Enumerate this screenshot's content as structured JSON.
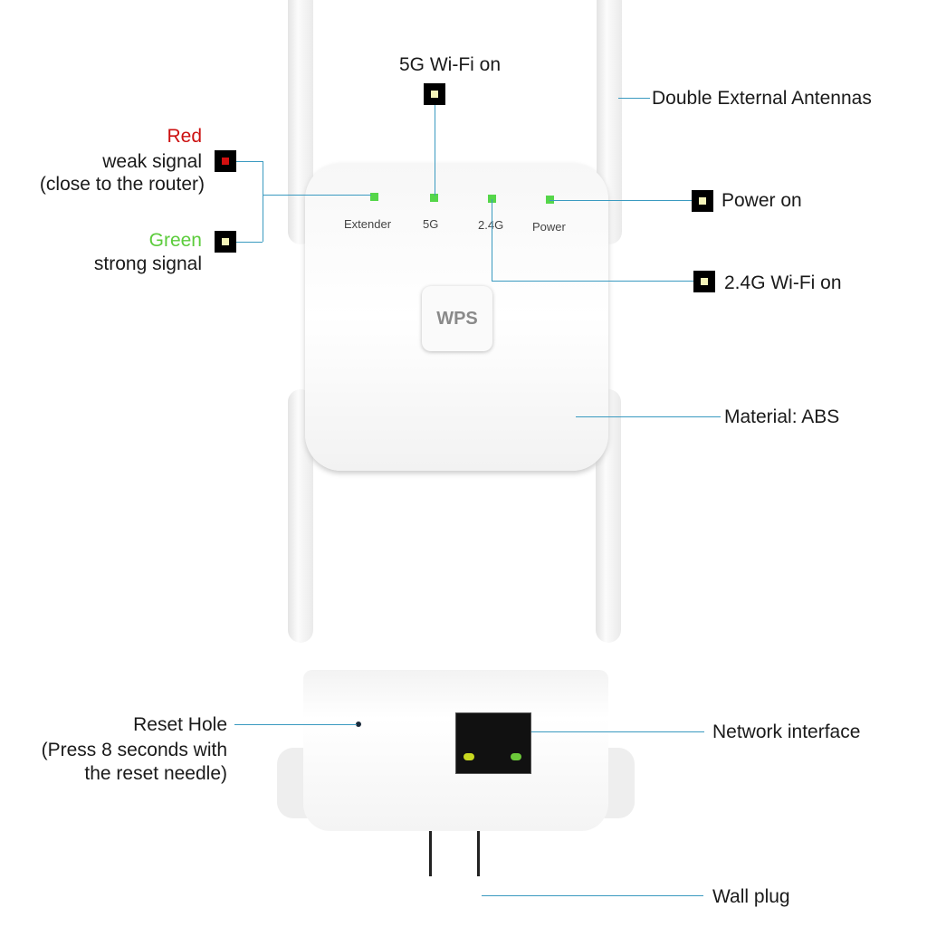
{
  "device": {
    "leds": [
      "Extender",
      "5G",
      "2.4G",
      "Power"
    ],
    "button": "WPS"
  },
  "labels": {
    "wifi5g": "5G Wi-Fi on",
    "antennas": "Double External Antennas",
    "red": "Red",
    "weak": "weak signal",
    "close": "(close to the router)",
    "green": "Green",
    "strong": "strong signal",
    "power": "Power on",
    "wifi24": "2.4G Wi-Fi on",
    "material": "Material: ABS",
    "reset": "Reset Hole",
    "reset2": "(Press 8 seconds with",
    "reset3": "the reset needle)",
    "network": "Network interface",
    "plug": "Wall plug"
  },
  "colors": {
    "line": "#3a9ac0",
    "red": "#cc1111",
    "green": "#5ccc3c",
    "led": "#55d64a"
  }
}
